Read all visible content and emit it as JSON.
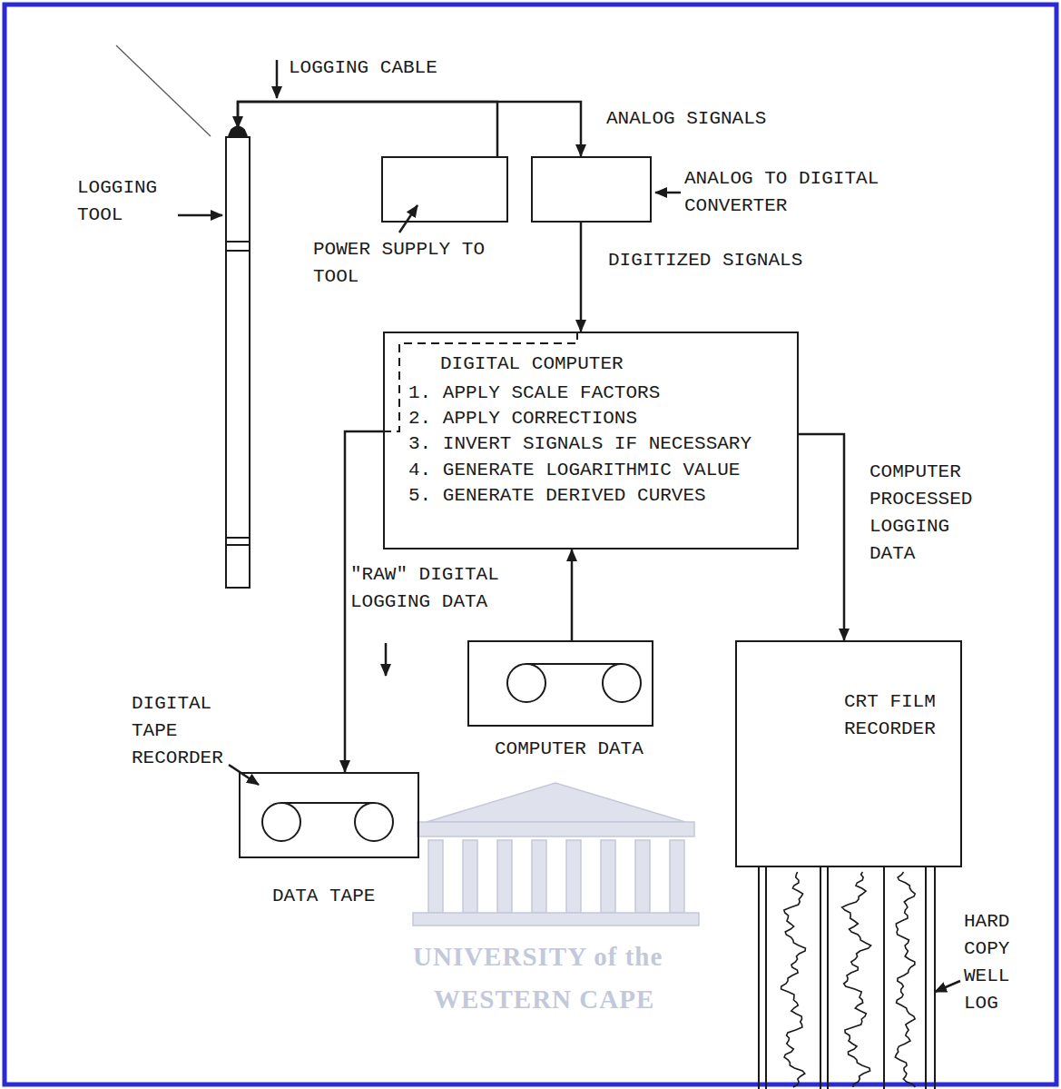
{
  "diagram": {
    "nodes": [
      {
        "text": [
          "LOGGING TOOL"
        ]
      },
      {
        "text": [
          "POWER SUPPLY TO TOOL"
        ]
      },
      {
        "text": [
          "ANALOG TO DIGITAL CONVERTER"
        ]
      },
      {
        "text": [
          "DIGITAL COMPUTER",
          "1. APPLY SCALE FACTORS",
          "2. APPLY CORRECTIONS",
          "3. INVERT SIGNALS IF NECESSARY",
          "4. GENERATE LOGARITHMIC VALUE",
          "5. GENERATE DERIVED CURVES"
        ]
      },
      {
        "text": [
          "DIGITAL TAPE RECORDER",
          "DATA TAPE"
        ]
      },
      {
        "text": [
          "COMPUTER DATA"
        ]
      },
      {
        "text": [
          "CRT FILM RECORDER"
        ]
      }
    ],
    "edges": [
      {
        "from": 1,
        "to": 0,
        "arrow": "to"
      },
      {
        "from": 0,
        "to": 2,
        "label": "ANALOG SIGNALS",
        "arrow": "to"
      },
      {
        "from": 2,
        "to": 3,
        "label": "DIGITIZED SIGNALS",
        "arrow": "to"
      },
      {
        "from": 3,
        "to": 4,
        "label": "\"RAW\" DIGITAL LOGGING DATA",
        "arrow": "to"
      },
      {
        "from": 5,
        "to": 3,
        "arrow": "to"
      },
      {
        "from": 3,
        "to": 6,
        "label": "COMPUTER PROCESSED LOGGING DATA",
        "arrow": "to"
      }
    ],
    "labels": [
      "LOGGING CABLE",
      "HARD COPY WELL LOG",
      "UNIVERSITY of the",
      "WESTERN CAPE"
    ]
  }
}
